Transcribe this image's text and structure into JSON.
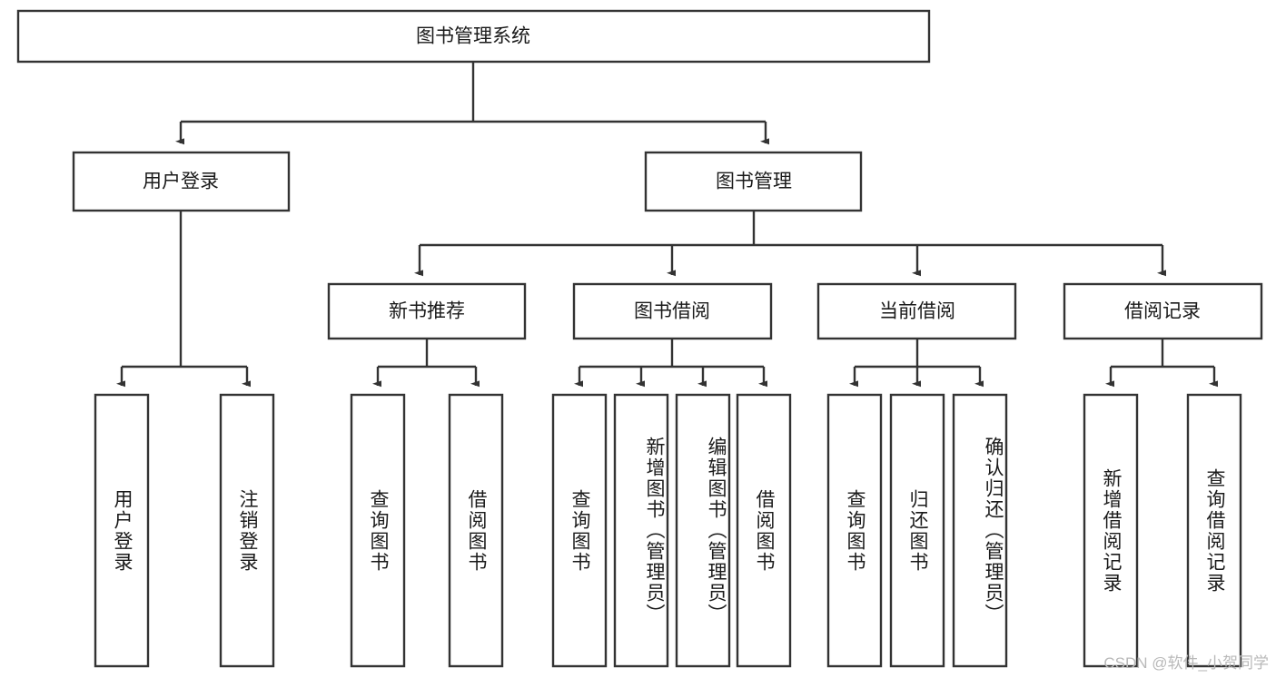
{
  "diagram": {
    "type": "tree",
    "title": "图书管理系统",
    "watermark": "CSDN @软件_小贺同学",
    "nodes": {
      "root": {
        "label": "图书管理系统"
      },
      "level2": [
        {
          "id": "user-login",
          "label": "用户登录"
        },
        {
          "id": "book-management",
          "label": "图书管理"
        }
      ],
      "level3": [
        {
          "id": "new-book-recommend",
          "label": "新书推荐",
          "parent": "book-management"
        },
        {
          "id": "book-borrow",
          "label": "图书借阅",
          "parent": "book-management"
        },
        {
          "id": "current-borrow",
          "label": "当前借阅",
          "parent": "book-management"
        },
        {
          "id": "borrow-record",
          "label": "借阅记录",
          "parent": "book-management"
        }
      ],
      "leaves": [
        {
          "id": "leaf-user-login",
          "label": "用户登录",
          "parent": "user-login"
        },
        {
          "id": "leaf-logout-login",
          "label": "注销登录",
          "parent": "user-login"
        },
        {
          "id": "leaf-query-book-1",
          "label": "查询图书",
          "parent": "new-book-recommend"
        },
        {
          "id": "leaf-borrow-book-1",
          "label": "借阅图书",
          "parent": "new-book-recommend"
        },
        {
          "id": "leaf-query-book-2",
          "label": "查询图书",
          "parent": "book-borrow"
        },
        {
          "id": "leaf-add-book",
          "label": "新增图书（管理员）",
          "parent": "book-borrow"
        },
        {
          "id": "leaf-edit-book",
          "label": "编辑图书（管理员）",
          "parent": "book-borrow"
        },
        {
          "id": "leaf-borrow-book-2",
          "label": "借阅图书",
          "parent": "book-borrow"
        },
        {
          "id": "leaf-query-book-3",
          "label": "查询图书",
          "parent": "current-borrow"
        },
        {
          "id": "leaf-return-book",
          "label": "归还图书",
          "parent": "current-borrow"
        },
        {
          "id": "leaf-confirm-return",
          "label": "确认归还（管理员）",
          "parent": "current-borrow"
        },
        {
          "id": "leaf-add-record",
          "label": "新增借阅记录",
          "parent": "borrow-record"
        },
        {
          "id": "leaf-query-record",
          "label": "查询借阅记录",
          "parent": "borrow-record"
        }
      ]
    },
    "colors": {
      "stroke": "#333333",
      "fill": "#ffffff",
      "text": "#1a1a1a",
      "watermark": "#b9b9b9"
    }
  }
}
